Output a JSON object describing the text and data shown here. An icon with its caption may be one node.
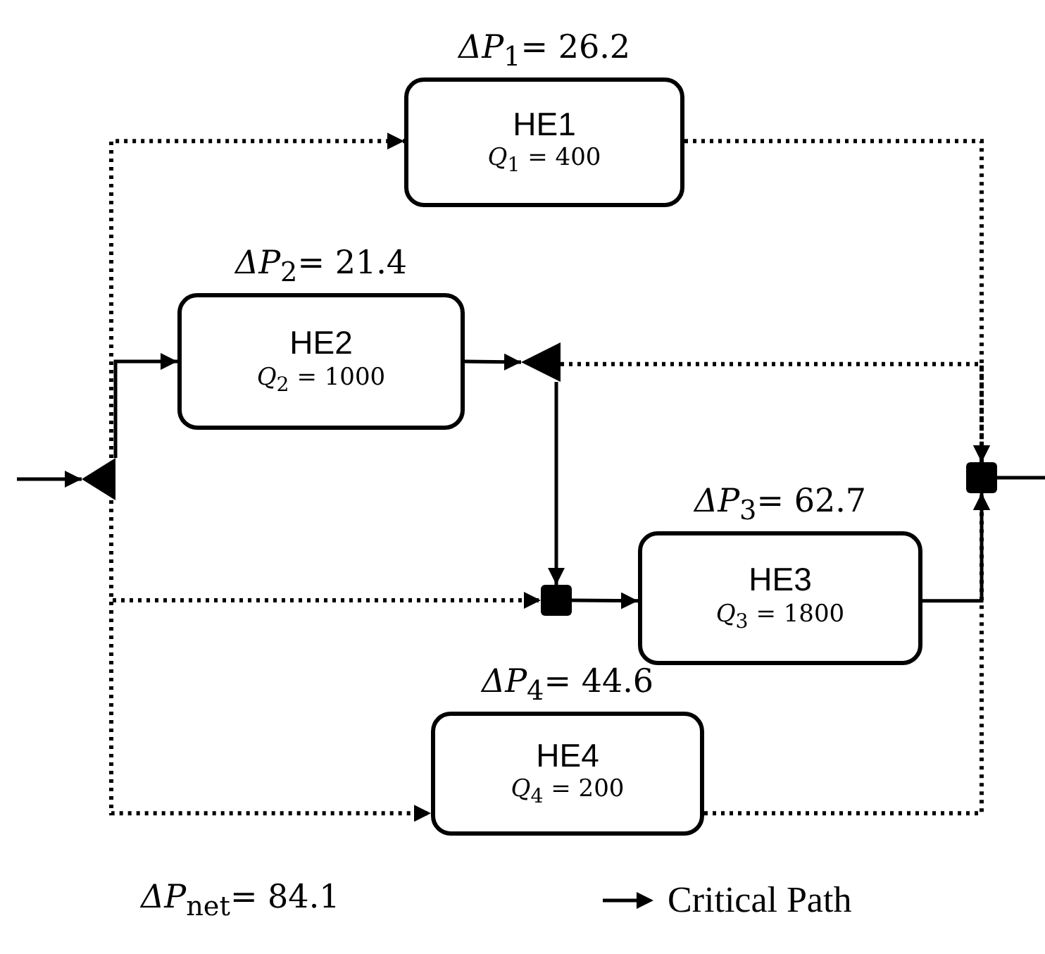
{
  "diagram": {
    "nodes": [
      {
        "text": [
          "HE1",
          "*Q*$_{1}$ = 400"
        ],
        "beside": [
          "*ΔP*$_{1}$= 26.2"
        ]
      },
      {
        "text": [
          "HE2",
          "*Q*$_{2}$ = 1000"
        ],
        "beside": [
          "*ΔP*$_{2}$= 21.4"
        ]
      },
      {
        "text": [],
        "shape": "triangle"
      },
      {
        "text": [],
        "shape": "triangle"
      },
      {
        "text": [],
        "shape": "box"
      },
      {
        "text": [
          "HE3",
          "*Q*$_{3}$ = 1800"
        ],
        "beside": [
          "*ΔP*$_{3}$= 62.7"
        ]
      },
      {
        "text": [],
        "shape": "box"
      },
      {
        "text": [
          "HE4",
          "*Q*$_{4}$ = 200"
        ],
        "beside": [
          "*ΔP*$_{4}$= 44.6"
        ]
      }
    ],
    "edges": [
      {
        "from": null,
        "to": 2,
        "arrow": "to"
      },
      {
        "from": 2,
        "to": 0,
        "arrow": "to",
        "style": "dashed"
      },
      {
        "from": 2,
        "to": 1,
        "arrow": "to"
      },
      {
        "from": 1,
        "to": 3,
        "arrow": "to"
      },
      {
        "from": 2,
        "to": 4,
        "arrow": "to",
        "style": "dashed"
      },
      {
        "from": 2,
        "to": 7,
        "arrow": "to",
        "style": "dashed"
      },
      {
        "from": 3,
        "to": 6,
        "arrow": "to",
        "style": "dashed"
      },
      {
        "from": 3,
        "to": 4,
        "arrow": "to"
      },
      {
        "from": 4,
        "to": 5,
        "arrow": "to"
      },
      {
        "from": 5,
        "to": 6,
        "arrow": "to"
      },
      {
        "from": 0,
        "to": 6,
        "arrow": "to",
        "style": "dashed"
      },
      {
        "from": 7,
        "to": 6,
        "arrow": "to",
        "style": "dashed"
      },
      {
        "from": 6,
        "to": null,
        "arrow": "none"
      }
    ],
    "labels": [
      "*ΔP*$_{net}$= 84.1"
    ],
    "legend": [
      {
        "text": "Critical Path"
      }
    ]
  }
}
